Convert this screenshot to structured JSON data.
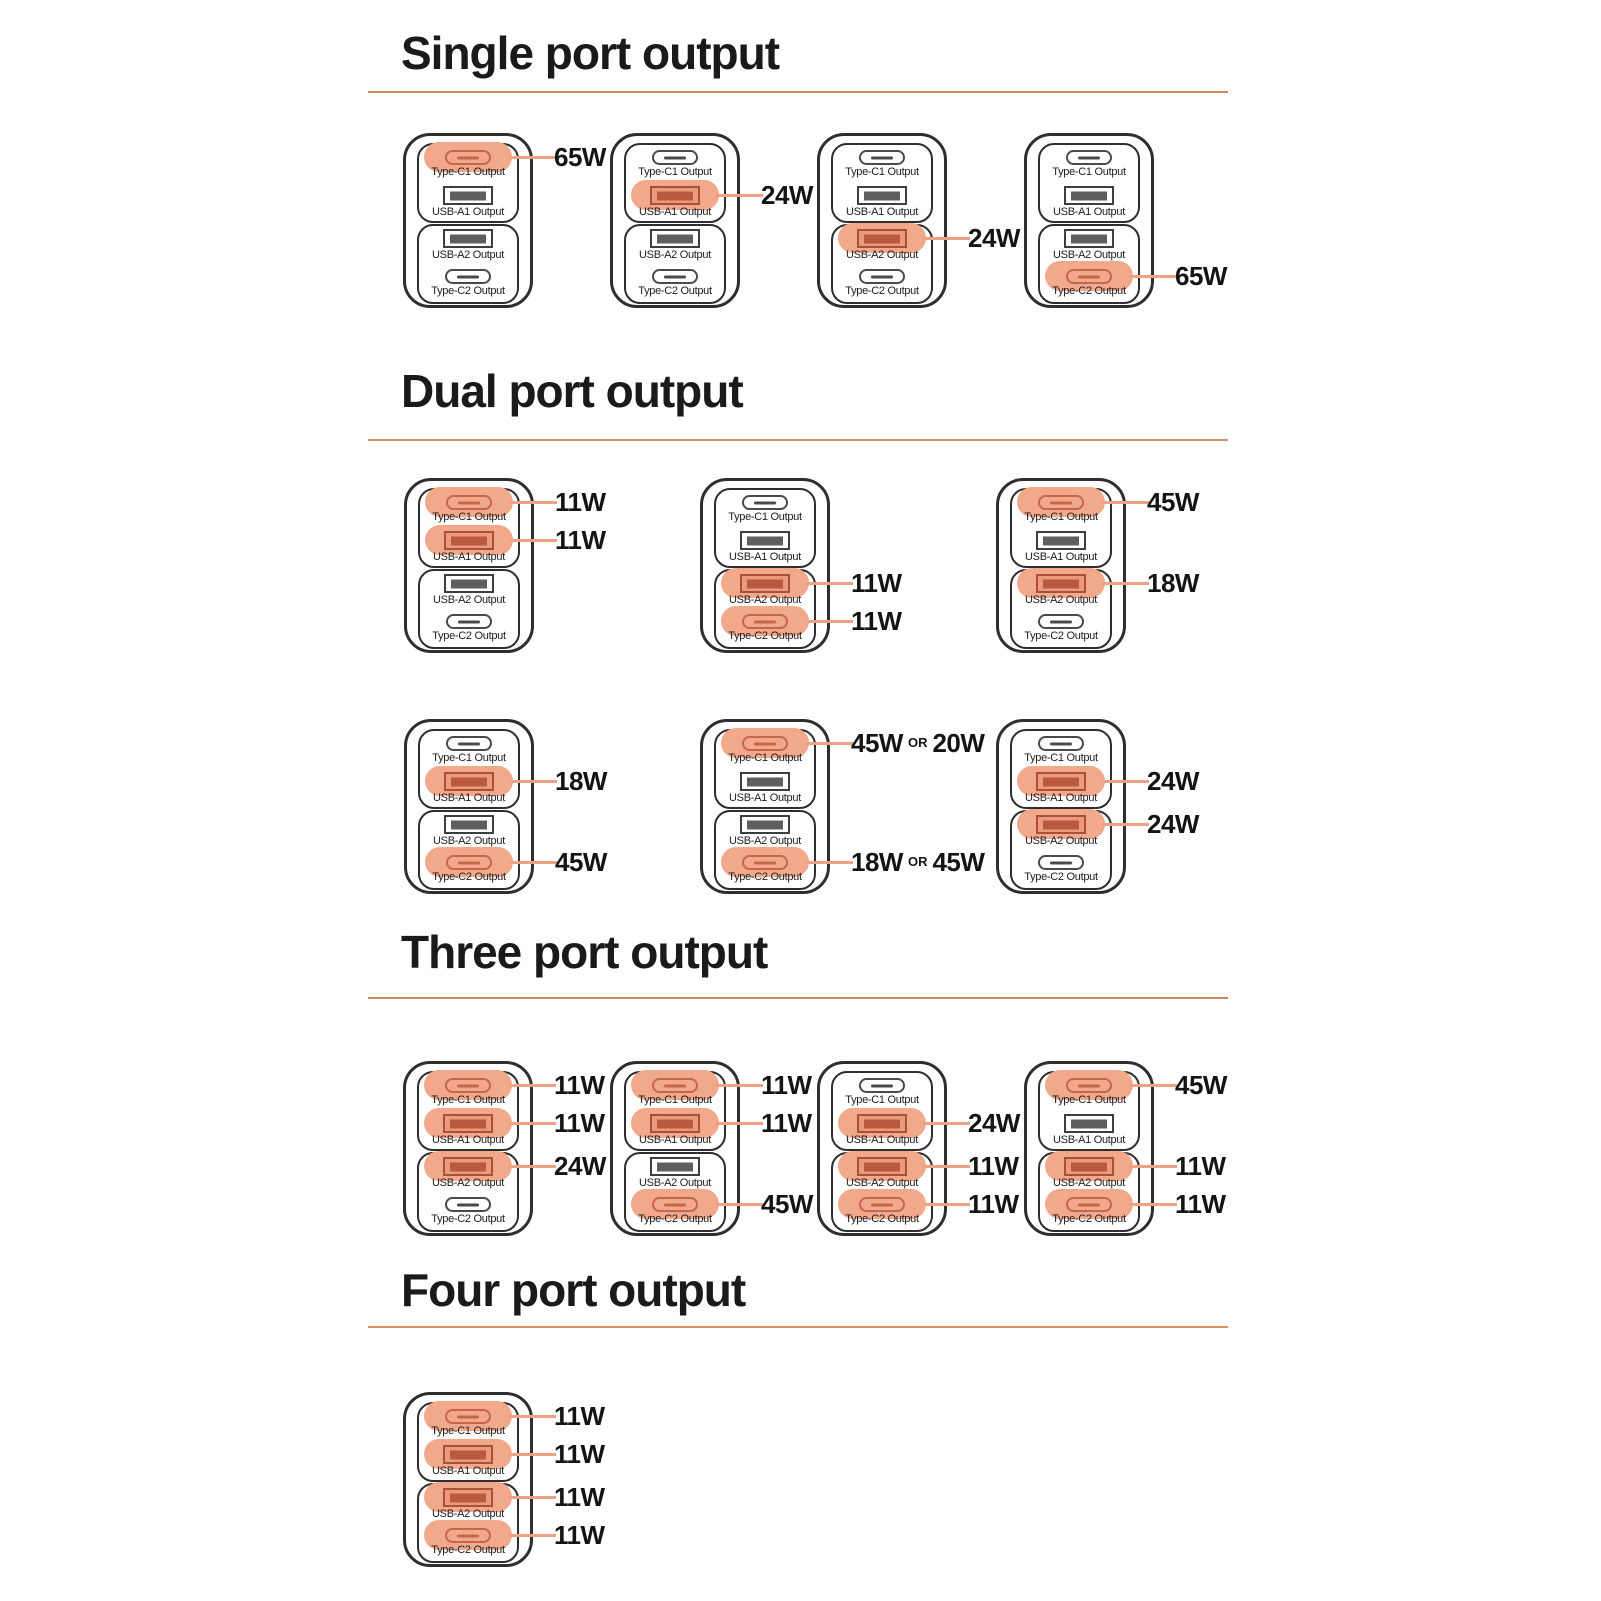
{
  "or_label": "OR",
  "colors": {
    "highlight_blob": "#f2a88b",
    "highlight_dark": "#bb5a40",
    "callout_line": "#efa184",
    "divider": "#ca8a5f",
    "text": "#1a1a1a"
  },
  "port_labels": {
    "c1": "Type-C1 Output",
    "a1": "USB-A1 Output",
    "a2": "USB-A2 Output",
    "c2": "Type-C2 Output"
  },
  "port_defs": [
    {
      "key": "c1",
      "type": "c"
    },
    {
      "key": "a1",
      "type": "a"
    },
    {
      "key": "a2",
      "type": "a"
    },
    {
      "key": "c2",
      "type": "c"
    }
  ],
  "sections": [
    {
      "title": "Single port output",
      "rows": [
        {
          "chargers": [
            {
              "hl": {
                "c1": [
                  "65W"
                ]
              }
            },
            {
              "hl": {
                "a1": [
                  "24W"
                ]
              }
            },
            {
              "hl": {
                "a2": [
                  "24W"
                ]
              }
            },
            {
              "hl": {
                "c2": [
                  "65W"
                ]
              }
            }
          ]
        }
      ]
    },
    {
      "title": "Dual port output",
      "rows": [
        {
          "chargers": [
            {
              "hl": {
                "c1": [
                  "11W"
                ],
                "a1": [
                  "11W"
                ]
              }
            },
            {
              "hl": {
                "a2": [
                  "11W"
                ],
                "c2": [
                  "11W"
                ]
              }
            },
            {
              "hl": {
                "c1": [
                  "45W"
                ],
                "a2": [
                  "18W"
                ]
              }
            }
          ]
        },
        {
          "chargers": [
            {
              "hl": {
                "a1": [
                  "18W"
                ],
                "c2": [
                  "45W"
                ]
              }
            },
            {
              "hl": {
                "c1": [
                  "45W",
                  "20W"
                ],
                "c2": [
                  "18W",
                  "45W"
                ]
              }
            },
            {
              "hl": {
                "a1": [
                  "24W"
                ],
                "a2": [
                  "24W"
                ]
              }
            }
          ]
        }
      ]
    },
    {
      "title": "Three port output",
      "rows": [
        {
          "chargers": [
            {
              "hl": {
                "c1": [
                  "11W"
                ],
                "a1": [
                  "11W"
                ],
                "a2": [
                  "24W"
                ]
              }
            },
            {
              "hl": {
                "c1": [
                  "11W"
                ],
                "a1": [
                  "11W"
                ],
                "c2": [
                  "45W"
                ]
              }
            },
            {
              "hl": {
                "a1": [
                  "24W"
                ],
                "a2": [
                  "11W"
                ],
                "c2": [
                  "11W"
                ]
              }
            },
            {
              "hl": {
                "c1": [
                  "45W"
                ],
                "a2": [
                  "11W"
                ],
                "c2": [
                  "11W"
                ]
              }
            }
          ]
        }
      ]
    },
    {
      "title": "Four port output",
      "rows": [
        {
          "chargers": [
            {
              "hl": {
                "c1": [
                  "11W"
                ],
                "a1": [
                  "11W"
                ],
                "a2": [
                  "11W"
                ],
                "c2": [
                  "11W"
                ]
              }
            }
          ]
        }
      ]
    }
  ]
}
